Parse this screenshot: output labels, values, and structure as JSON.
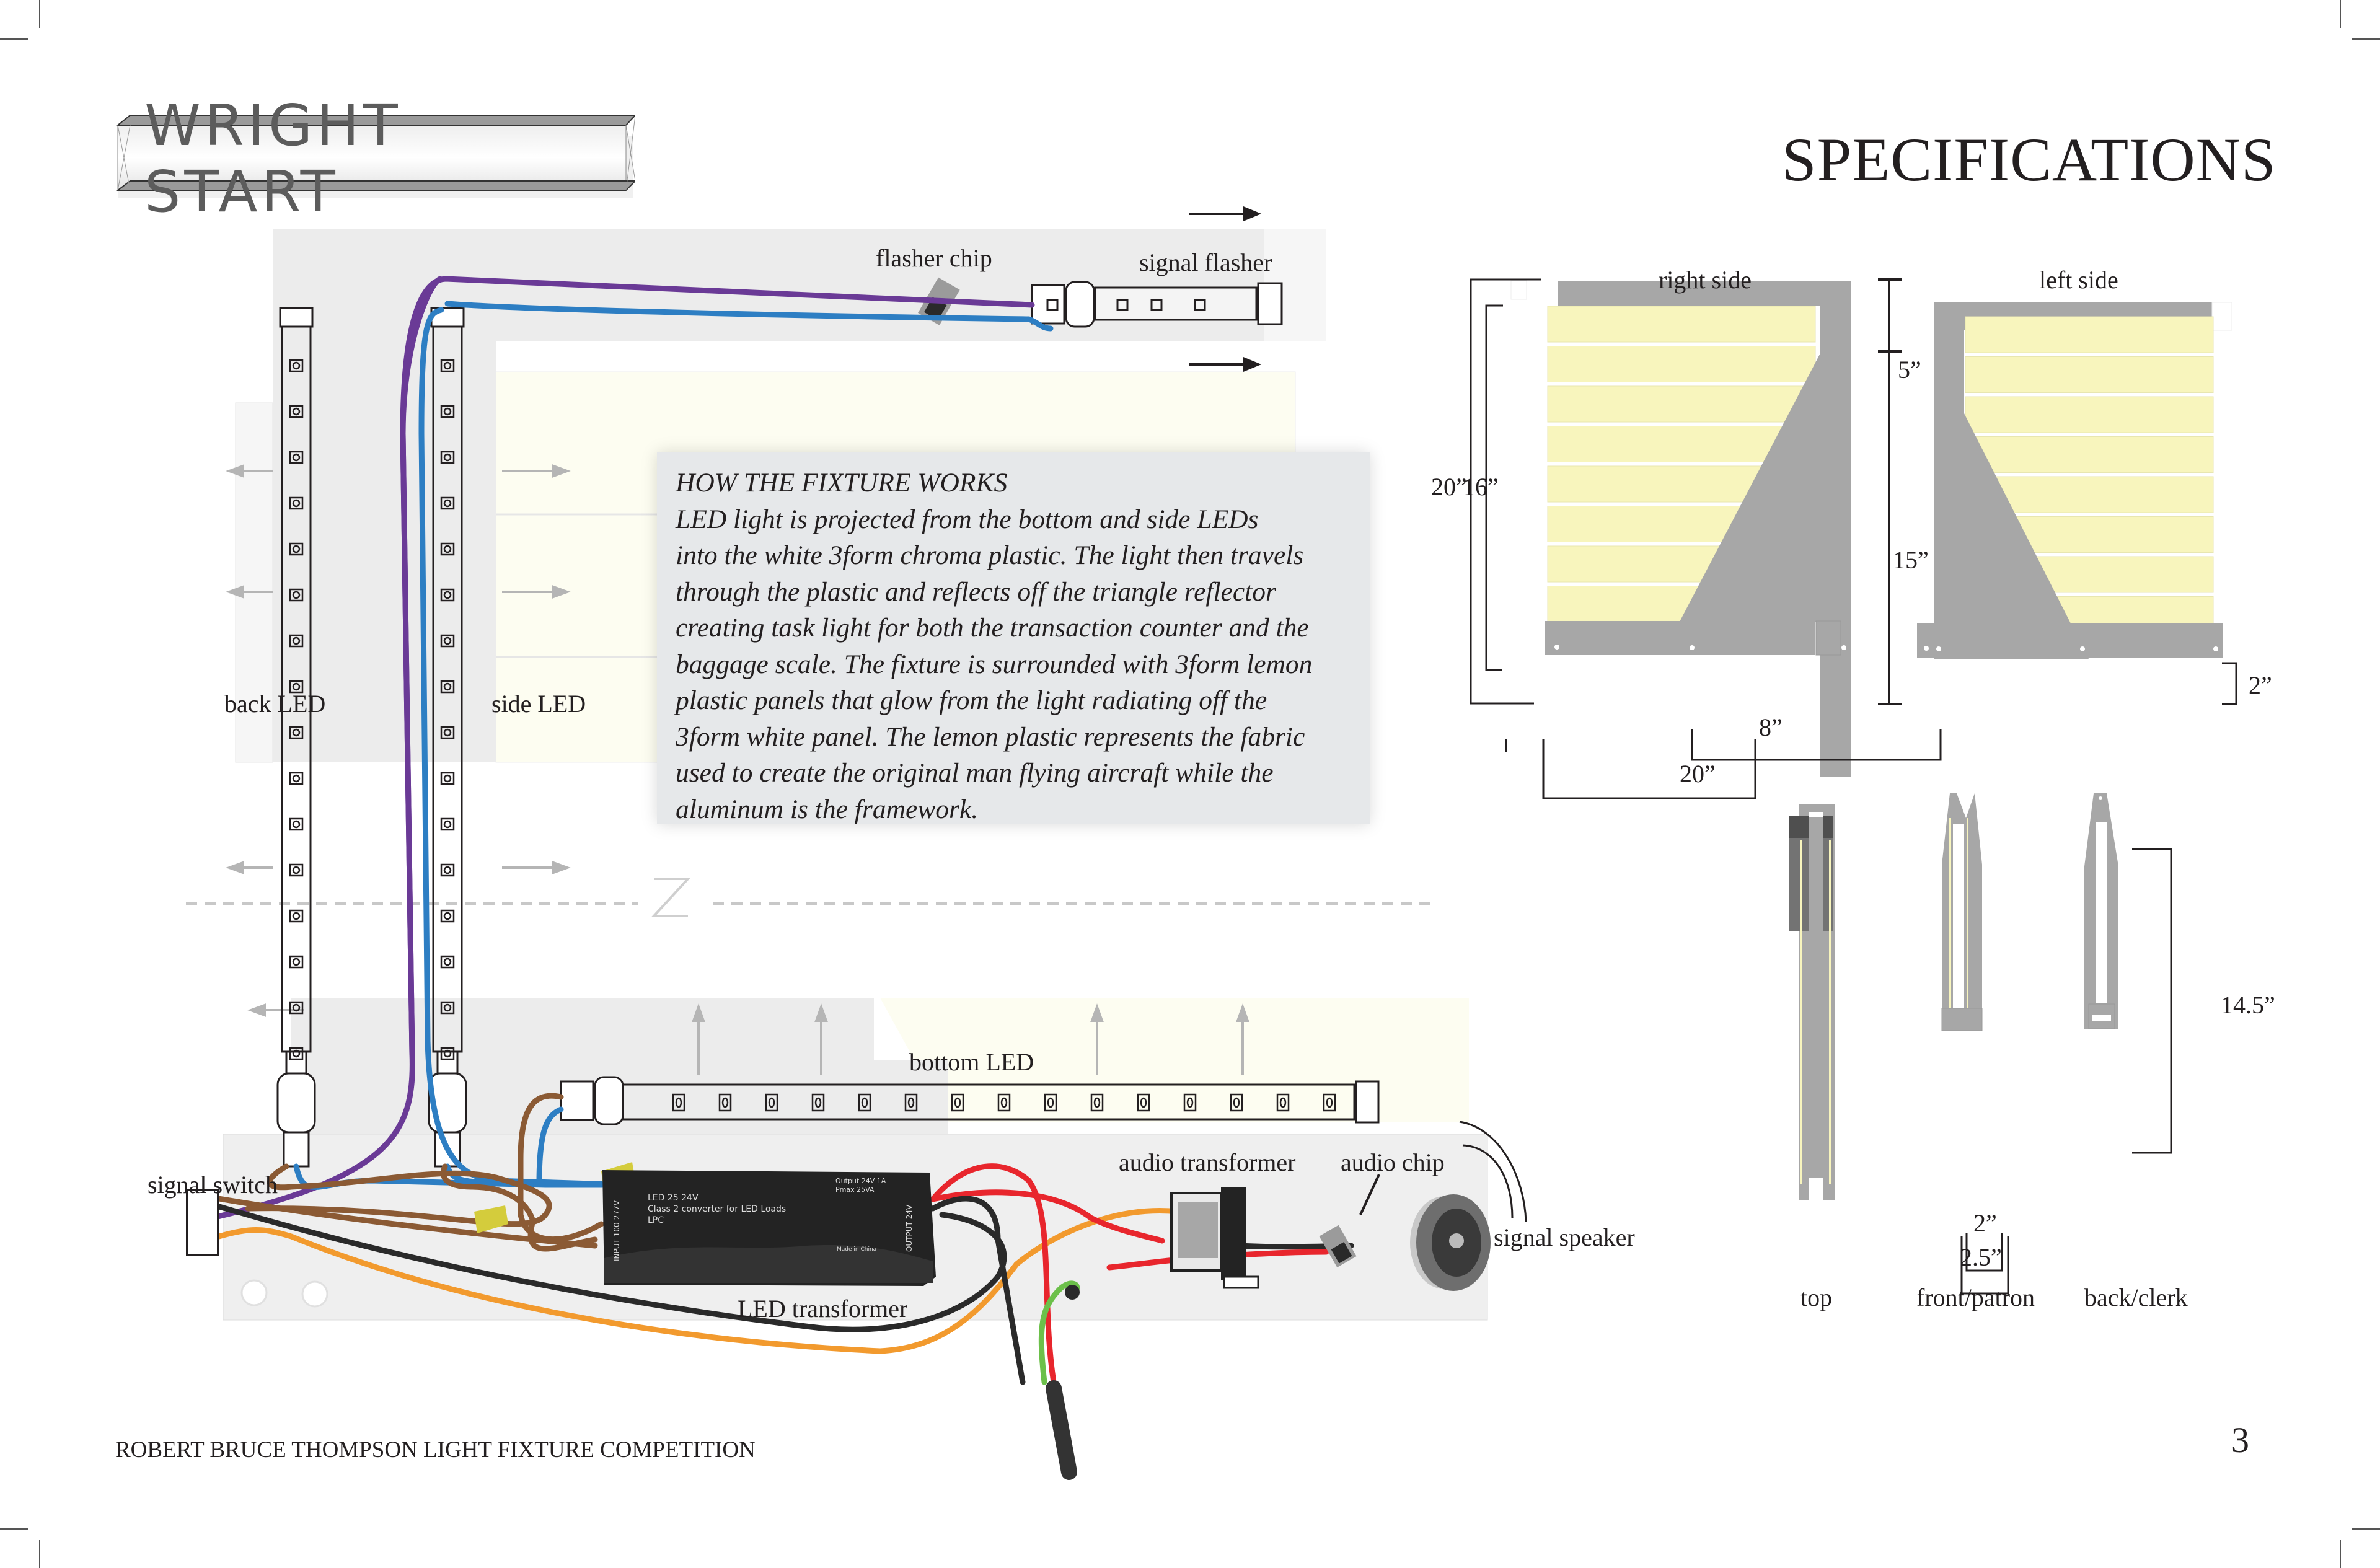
{
  "header": {
    "logo_text": "WRIGHT START",
    "title": "SPECIFICATIONS"
  },
  "wiring_diagram": {
    "labels": {
      "flasher_chip": "flasher chip",
      "signal_flasher": "signal flasher",
      "back_led": "back LED",
      "side_led": "side LED",
      "bottom_led": "bottom LED",
      "signal_switch": "signal switch",
      "led_transformer": "LED transformer",
      "audio_transformer": "audio transformer",
      "audio_chip": "audio chip",
      "signal_speaker": "signal speaker"
    },
    "transformer_print": {
      "input": "INPUT 100-277V",
      "model": "LED 25 24V",
      "desc": "Class 2 converter for LED Loads",
      "lpc": "LPC",
      "output_side": "OUTPUT 24V",
      "output_rating": "Output 24V 1A",
      "pmax": "Pmax 25VA",
      "made_in": "Made in China"
    },
    "wire_colors": {
      "purple": "#6a3a96",
      "blue": "#2d7ec3",
      "brown": "#8b5a34",
      "black": "#2a2a2a",
      "orange": "#f29a2e",
      "red": "#e8262d",
      "green": "#6cc04a"
    }
  },
  "explanation": {
    "heading": "HOW THE FIXTURE WORKS",
    "lines": [
      "LED light is projected from the bottom and side LEDs",
      "into the white 3form chroma plastic. The light then travels",
      "through the plastic and reflects off the triangle reflector",
      "creating task light for both the transaction counter and the",
      "baggage scale. The fixture is surrounded with 3form lemon",
      "plastic panels that glow from the light radiating off the",
      "3form white panel. The lemon plastic represents the fabric",
      "used to create the original man flying aircraft while the",
      "aluminum is the framework."
    ]
  },
  "elevations": {
    "right_side": {
      "label": "right side",
      "dims": {
        "overall_height": "20”",
        "panel_height": "16”",
        "top_section": "5”",
        "lower_section": "15”",
        "reflector_base": "8”",
        "overall_width": "20”"
      }
    },
    "left_side": {
      "label": "left side",
      "dims": {
        "base_height": "2”"
      }
    },
    "views": {
      "top": "top",
      "front": "front/patron",
      "back": "back/clerk",
      "dims": {
        "height": "14.5”",
        "inner_width": "2”",
        "outer_width": "2.5”"
      }
    }
  },
  "colors": {
    "aluminum": "#a7a7a7",
    "lemon_panel": "#f8f5bd",
    "light_panel": "#fdfdf1",
    "box_bg": "#e6e8ea",
    "dark_gray": "#4a4a4a"
  },
  "footer": {
    "competition": "ROBERT BRUCE THOMPSON LIGHT FIXTURE COMPETITION",
    "page_number": "3"
  }
}
